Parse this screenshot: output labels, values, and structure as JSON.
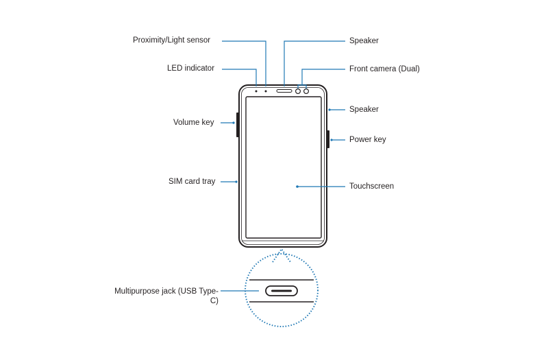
{
  "labels": {
    "proximity_light_sensor": "Proximity/Light sensor",
    "led_indicator": "LED indicator",
    "volume_key": "Volume key",
    "sim_card_tray": "SIM card tray",
    "multipurpose_jack": "Multipurpose jack (USB Type-C)",
    "speaker_top": "Speaker",
    "front_camera": "Front camera (Dual)",
    "speaker_side": "Speaker",
    "power_key": "Power key",
    "touchscreen": "Touchscreen"
  },
  "colors": {
    "leader_line": "#1f78b4",
    "outline": "#231f20",
    "zoom_circle": "#1f78b4"
  }
}
